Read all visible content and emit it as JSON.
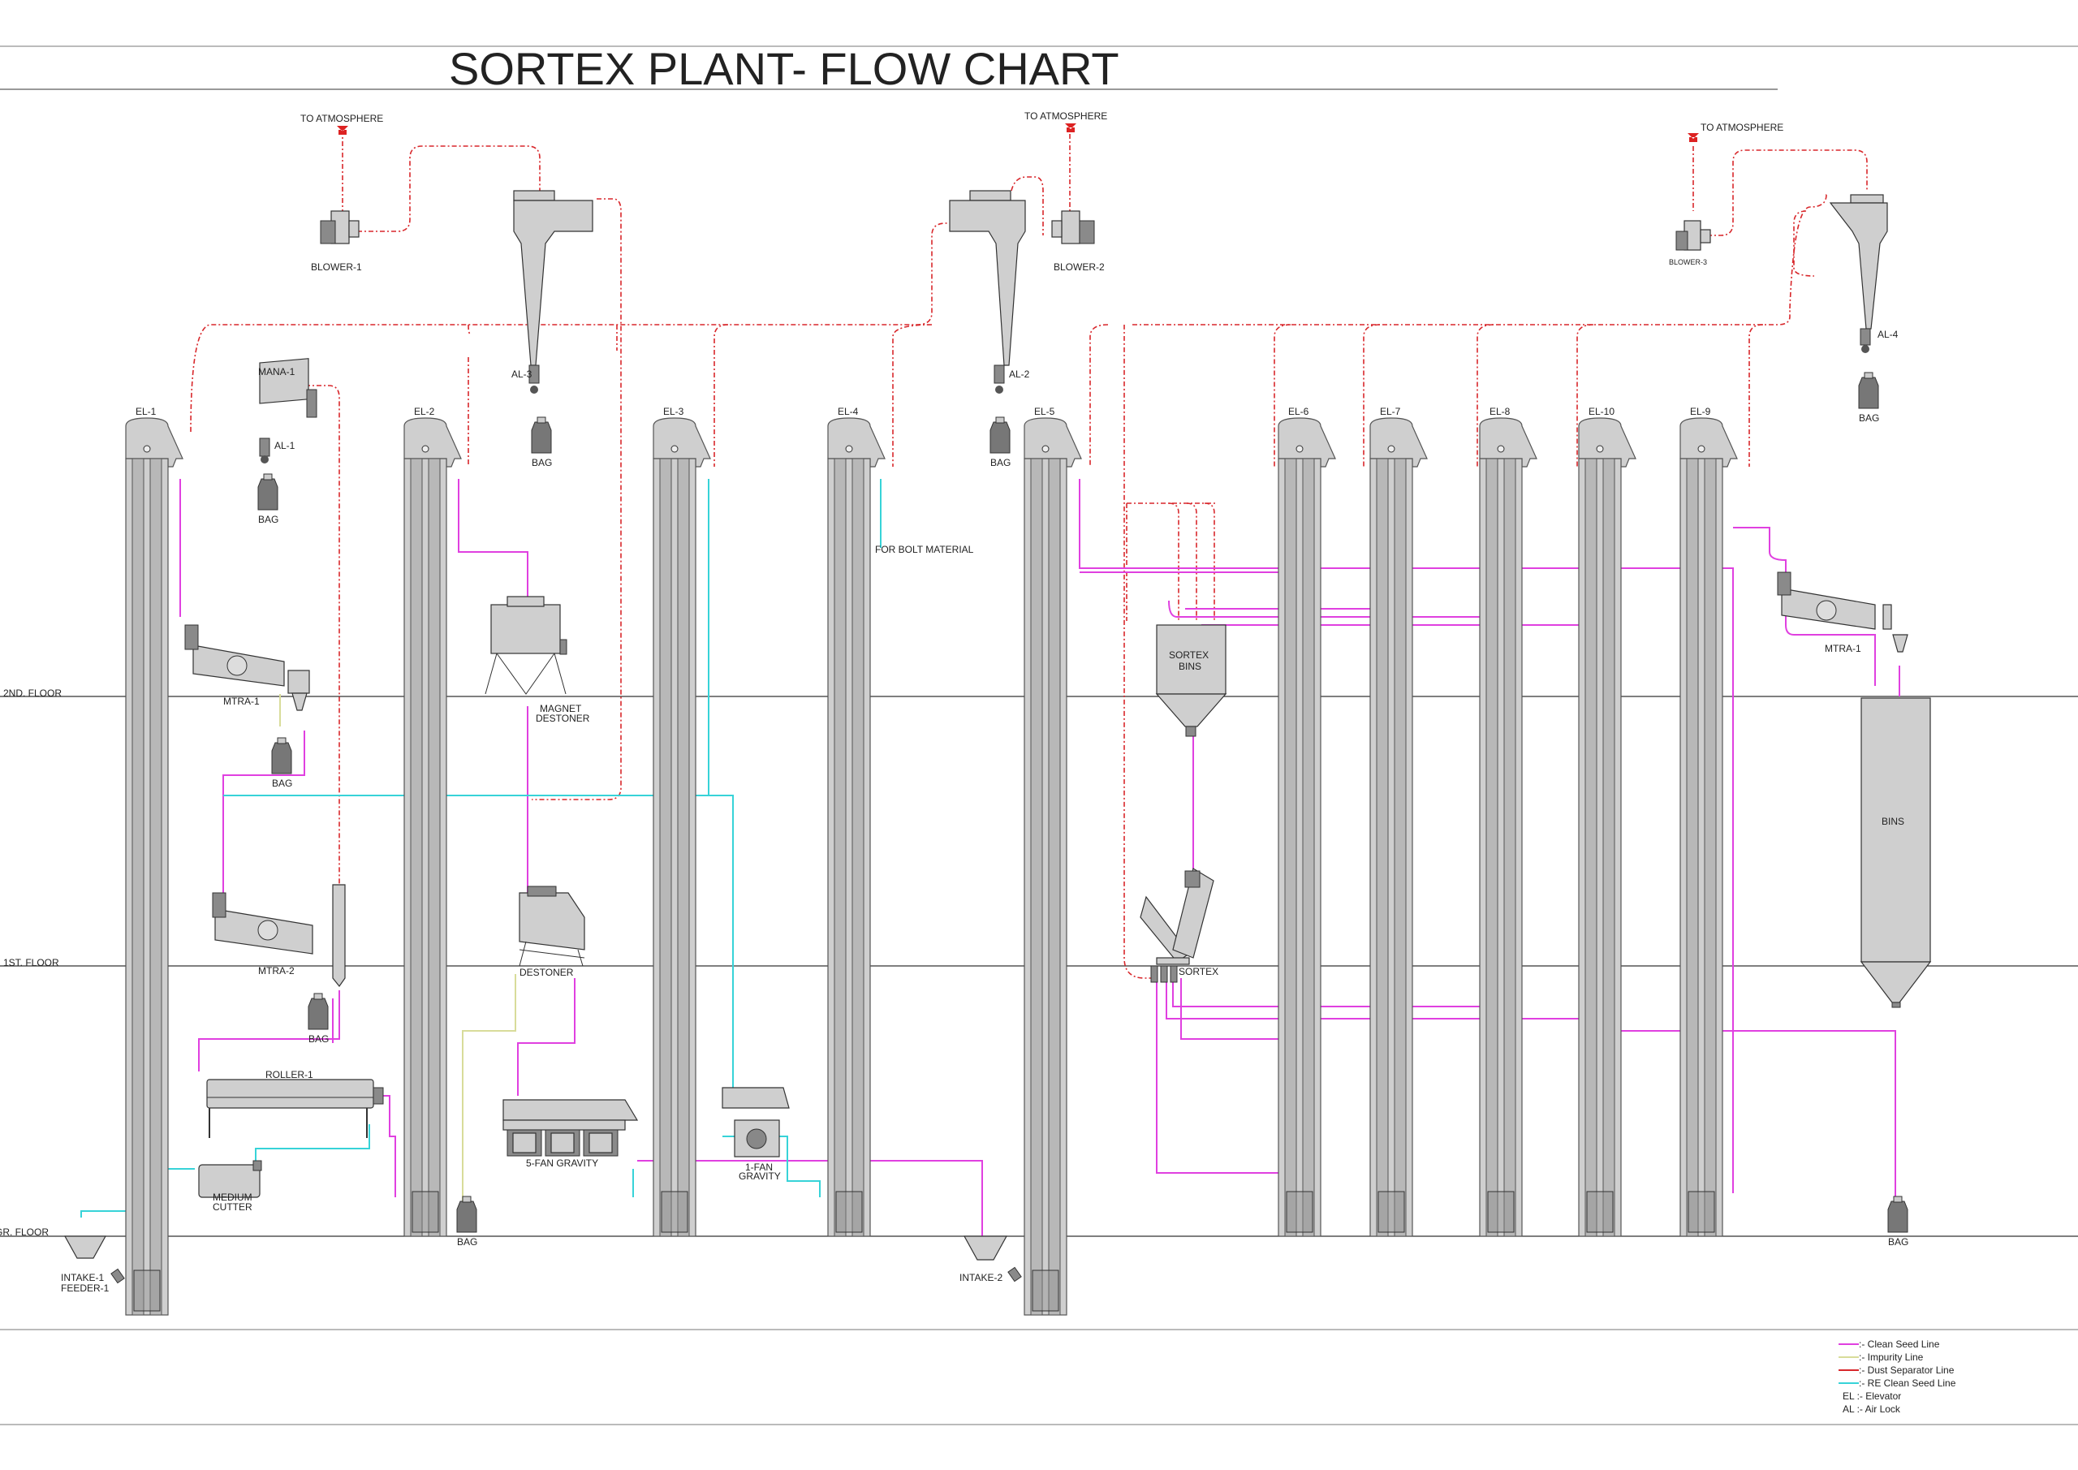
{
  "title": "SORTEX PLANT- FLOW CHART",
  "floors": {
    "second": "2ND. FLOOR",
    "first": "1ST. FLOOR",
    "ground": "GR. FLOOR"
  },
  "exhaust_label": "TO ATMOSPHERE",
  "elevators": [
    "EL-1",
    "EL-2",
    "EL-3",
    "EL-4",
    "EL-5",
    "EL-6",
    "EL-7",
    "EL-8",
    "EL-10",
    "EL-9"
  ],
  "equipment": {
    "blower_1": "BLOWER-1",
    "blower_2": "BLOWER-2",
    "blower_3": "BLOWER-3",
    "mana_1": "MANA-1",
    "al_1": "AL-1",
    "al_2": "AL-2",
    "al_3": "AL-3",
    "al_4": "AL-4",
    "bag": "BAG",
    "mtra_1": "MTRA-1",
    "mtra_2": "MTRA-2",
    "magnet_destoner_line1": "MAGNET",
    "magnet_destoner_line2": "DESTONER",
    "destoner": "DESTONER",
    "roller_1": "ROLLER-1",
    "medium_cutter_line1": "MEDIUM",
    "medium_cutter_line2": "CUTTER",
    "five_fan_gravity": "5-FAN GRAVITY",
    "one_fan_gravity_line1": "1-FAN",
    "one_fan_gravity_line2": "GRAVITY",
    "intake_1": "INTAKE-1",
    "feeder_1": "FEEDER-1",
    "intake_2": "INTAKE-2",
    "bolt_material": "FOR BOLT MATERIAL",
    "sortex_bins_line1": "SORTEX",
    "sortex_bins_line2": "BINS",
    "sortex": "SORTEX",
    "bins": "BINS"
  },
  "legend": [
    {
      "text": ":- Clean Seed Line",
      "color": "#e040e0"
    },
    {
      "text": ":- Impurity Line",
      "color": "#d8dc9a"
    },
    {
      "text": ":- Dust Separator Line",
      "color": "#d8272b"
    },
    {
      "text": ":- RE Clean Seed Line",
      "color": "#37d3d8"
    },
    {
      "text": "EL :- Elevator",
      "color": ""
    },
    {
      "text": "AL :- Air Lock",
      "color": ""
    }
  ]
}
